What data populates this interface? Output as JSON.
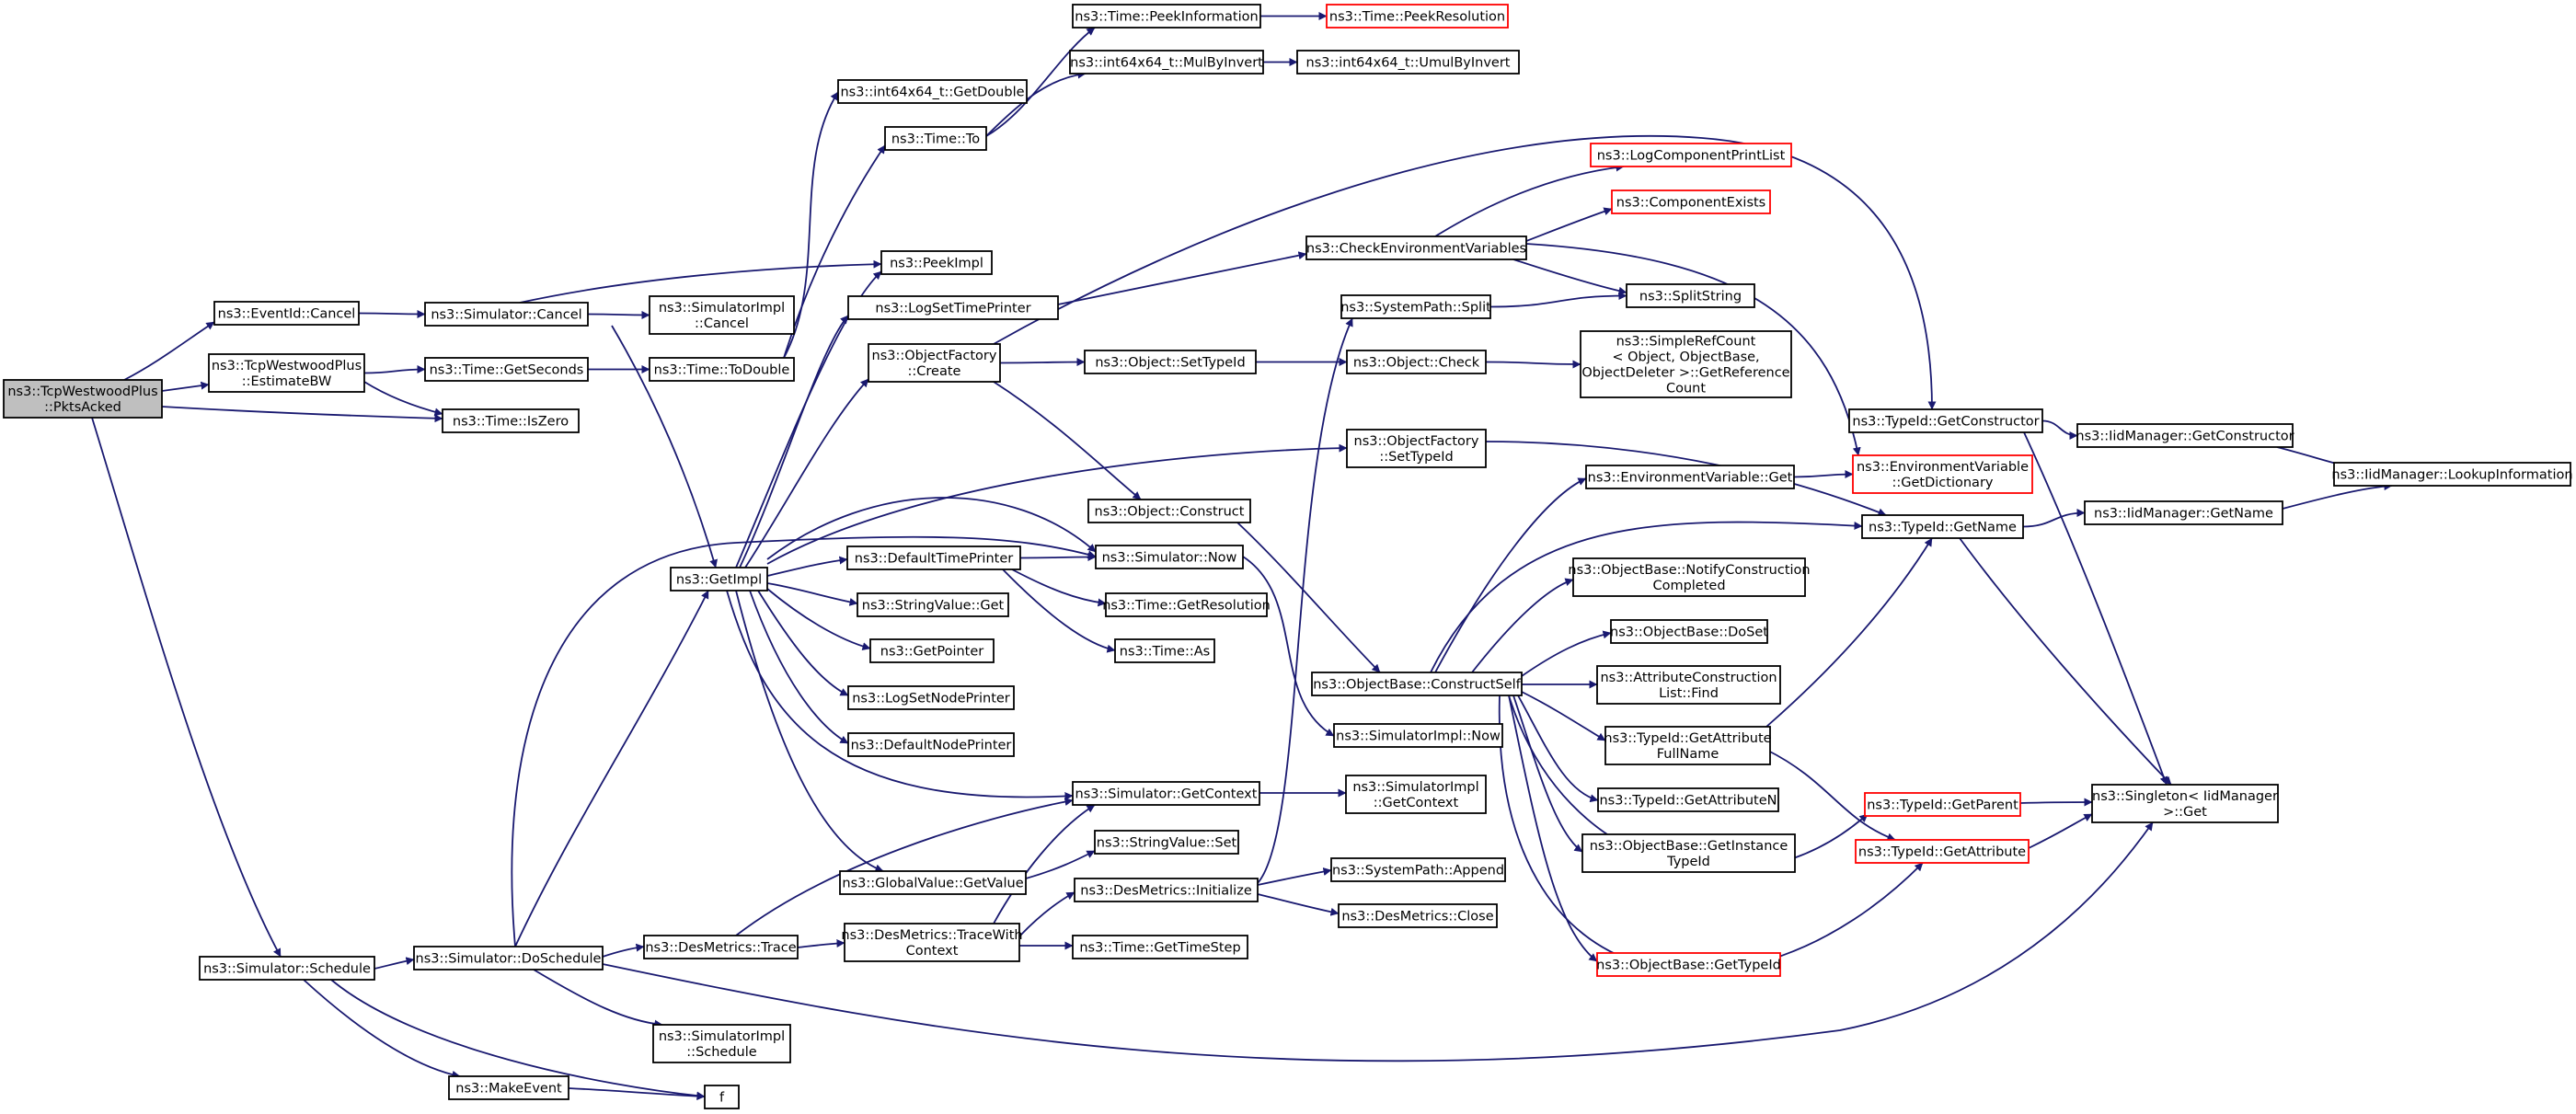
{
  "colors": {
    "edge": "#191970",
    "node_border": "#000000",
    "incomplete_border": "#ff0000",
    "root_fill": "#bfbfbf"
  },
  "nodes": {
    "pktsacked": [
      "ns3::TcpWestwoodPlus",
      "::PktsAcked"
    ],
    "eventid_cancel": [
      "ns3::EventId::Cancel"
    ],
    "estimatebw": [
      "ns3::TcpWestwoodPlus",
      "::EstimateBW"
    ],
    "time_iszero": [
      "ns3::Time::IsZero"
    ],
    "sim_schedule": [
      "ns3::Simulator::Schedule"
    ],
    "sim_cancel": [
      "ns3::Simulator::Cancel"
    ],
    "time_getseconds": [
      "ns3::Time::GetSeconds"
    ],
    "simimpl_cancel": [
      "ns3::SimulatorImpl",
      "::Cancel"
    ],
    "time_todouble": [
      "ns3::Time::ToDouble"
    ],
    "peekimpl": [
      "ns3::PeekImpl"
    ],
    "logsettimeprinter": [
      "ns3::LogSetTimePrinter"
    ],
    "objfactory_create": [
      "ns3::ObjectFactory",
      "::Create"
    ],
    "getimpl": [
      "ns3::GetImpl"
    ],
    "int64_getdouble": [
      "ns3::int64x64_t::GetDouble"
    ],
    "time_to": [
      "ns3::Time::To"
    ],
    "time_peekinfo": [
      "ns3::Time::PeekInformation"
    ],
    "time_peekres": [
      "ns3::Time::PeekResolution"
    ],
    "int64_mulbyinvert": [
      "ns3::int64x64_t::MulByInvert"
    ],
    "int64_umulbyinvert": [
      "ns3::int64x64_t::UmulByInvert"
    ],
    "checkenvvars": [
      "ns3::CheckEnvironmentVariables"
    ],
    "logcompprintlist": [
      "ns3::LogComponentPrintList"
    ],
    "compexists": [
      "ns3::ComponentExists"
    ],
    "splitstring": [
      "ns3::SplitString"
    ],
    "syspath_split": [
      "ns3::SystemPath::Split"
    ],
    "object_settypeid": [
      "ns3::Object::SetTypeId"
    ],
    "object_check": [
      "ns3::Object::Check"
    ],
    "simplerefcount": [
      "ns3::SimpleRefCount",
      "< Object, ObjectBase,",
      "ObjectDeleter >::GetReference",
      "Count"
    ],
    "typeid_getconstructor": [
      "ns3::TypeId::GetConstructor"
    ],
    "iidmgr_getconstructor": [
      "ns3::IidManager::GetConstructor"
    ],
    "iidmgr_lookupinfo": [
      "ns3::IidManager::LookupInformation"
    ],
    "objfactory_settypeid": [
      "ns3::ObjectFactory",
      "::SetTypeId"
    ],
    "envvar_get": [
      "ns3::EnvironmentVariable::Get"
    ],
    "envvar_getdict": [
      "ns3::EnvironmentVariable",
      "::GetDictionary"
    ],
    "typeid_getname": [
      "ns3::TypeId::GetName"
    ],
    "iidmgr_getname": [
      "ns3::IidManager::GetName"
    ],
    "object_construct": [
      "ns3::Object::Construct"
    ],
    "defaulttimeprinter": [
      "ns3::DefaultTimePrinter"
    ],
    "sim_now": [
      "ns3::Simulator::Now"
    ],
    "objbase_notify": [
      "ns3::ObjectBase::NotifyConstruction",
      "Completed"
    ],
    "stringvalue_get": [
      "ns3::StringValue::Get"
    ],
    "time_getresolution": [
      "ns3::Time::GetResolution"
    ],
    "objbase_doset": [
      "ns3::ObjectBase::DoSet"
    ],
    "getpointer": [
      "ns3::GetPointer"
    ],
    "time_as": [
      "ns3::Time::As"
    ],
    "objbase_constructself": [
      "ns3::ObjectBase::ConstructSelf"
    ],
    "attrconstruct_find": [
      "ns3::AttributeConstruction",
      "List::Find"
    ],
    "logsetnodeprinter": [
      "ns3::LogSetNodePrinter"
    ],
    "simimpl_now": [
      "ns3::SimulatorImpl::Now"
    ],
    "typeid_getattrfullname": [
      "ns3::TypeId::GetAttribute",
      "FullName"
    ],
    "defaultnodeprinter": [
      "ns3::DefaultNodePrinter"
    ],
    "sim_getcontext": [
      "ns3::Simulator::GetContext"
    ],
    "simimpl_getcontext": [
      "ns3::SimulatorImpl",
      "::GetContext"
    ],
    "typeid_getattrn": [
      "ns3::TypeId::GetAttributeN"
    ],
    "typeid_getparent": [
      "ns3::TypeId::GetParent"
    ],
    "singleton_get": [
      "ns3::Singleton< IidManager",
      ">::Get"
    ],
    "typeid_getattribute": [
      "ns3::TypeId::GetAttribute"
    ],
    "stringvalue_set": [
      "ns3::StringValue::Set"
    ],
    "objbase_getinstancetypeid": [
      "ns3::ObjectBase::GetInstance",
      "TypeId"
    ],
    "globalvalue_getvalue": [
      "ns3::GlobalValue::GetValue"
    ],
    "syspath_append": [
      "ns3::SystemPath::Append"
    ],
    "desmetrics_initialize": [
      "ns3::DesMetrics::Initialize"
    ],
    "desmetrics_close": [
      "ns3::DesMetrics::Close"
    ],
    "desmetrics_tracewithcontext": [
      "ns3::DesMetrics::TraceWith",
      "Context"
    ],
    "desmetrics_trace": [
      "ns3::DesMetrics::Trace"
    ],
    "time_gettimestep": [
      "ns3::Time::GetTimeStep"
    ],
    "sim_doschedule": [
      "ns3::Simulator::DoSchedule"
    ],
    "objbase_gettypeid": [
      "ns3::ObjectBase::GetTypeId"
    ],
    "simimpl_schedule": [
      "ns3::SimulatorImpl",
      "::Schedule"
    ],
    "makeevent": [
      "ns3::MakeEvent"
    ],
    "f": [
      "f"
    ]
  }
}
